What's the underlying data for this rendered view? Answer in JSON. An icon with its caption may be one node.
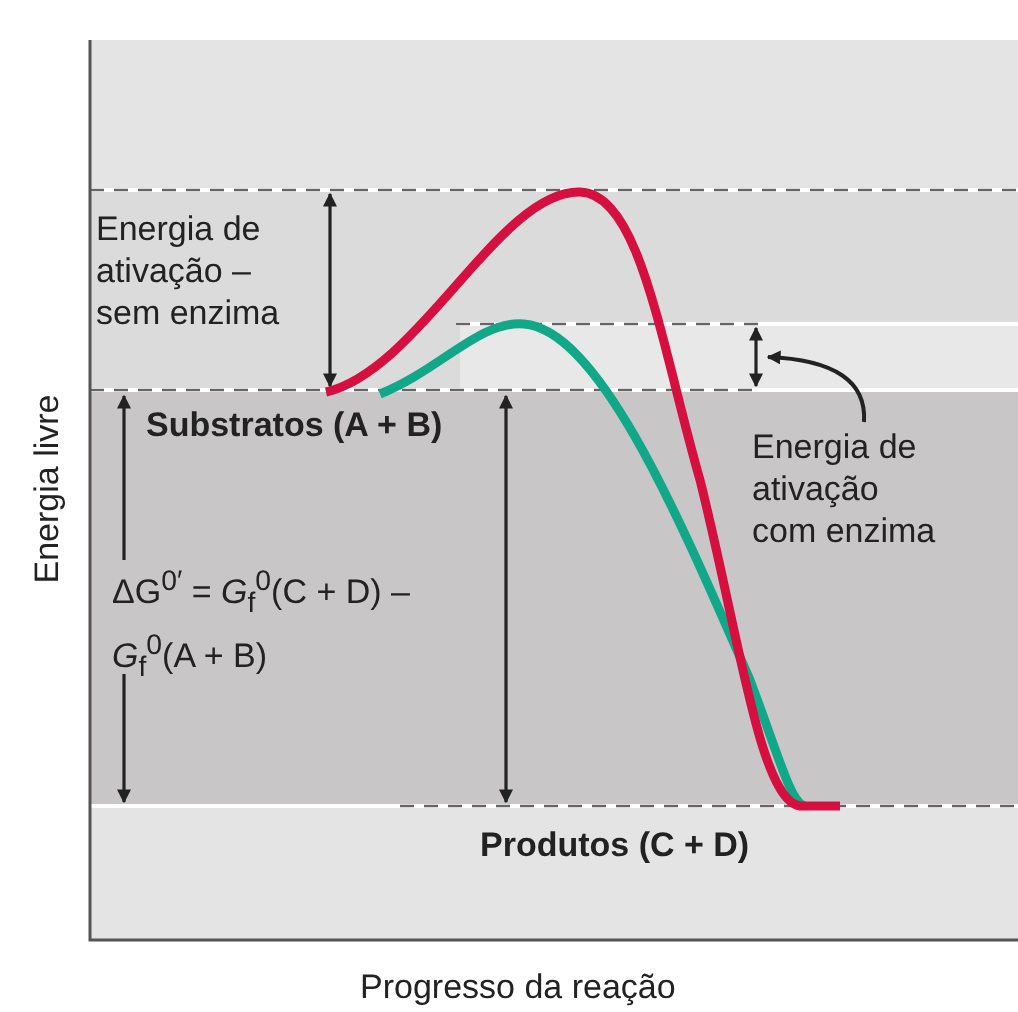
{
  "diagram": {
    "nodes": [
      {
        "text": [
          "Energia de ativação com enzima"
        ]
      },
      {
        "text": [],
        "shape": "arrow"
      }
    ],
    "edges": [
      {
        "from": 0,
        "to": 1,
        "arrow": "to"
      }
    ],
    "labels": [
      "Energia de ativação – sem enzima",
      "Substratos (A + B)",
      "ΔG$^{0′}$ = *G*$_{f}$$^{0}$(C + D) – *G*$_{f}$$^{0}$(A + B)",
      "Produtos (C + D)",
      "Energia livre",
      "Progresso da reação"
    ]
  }
}
